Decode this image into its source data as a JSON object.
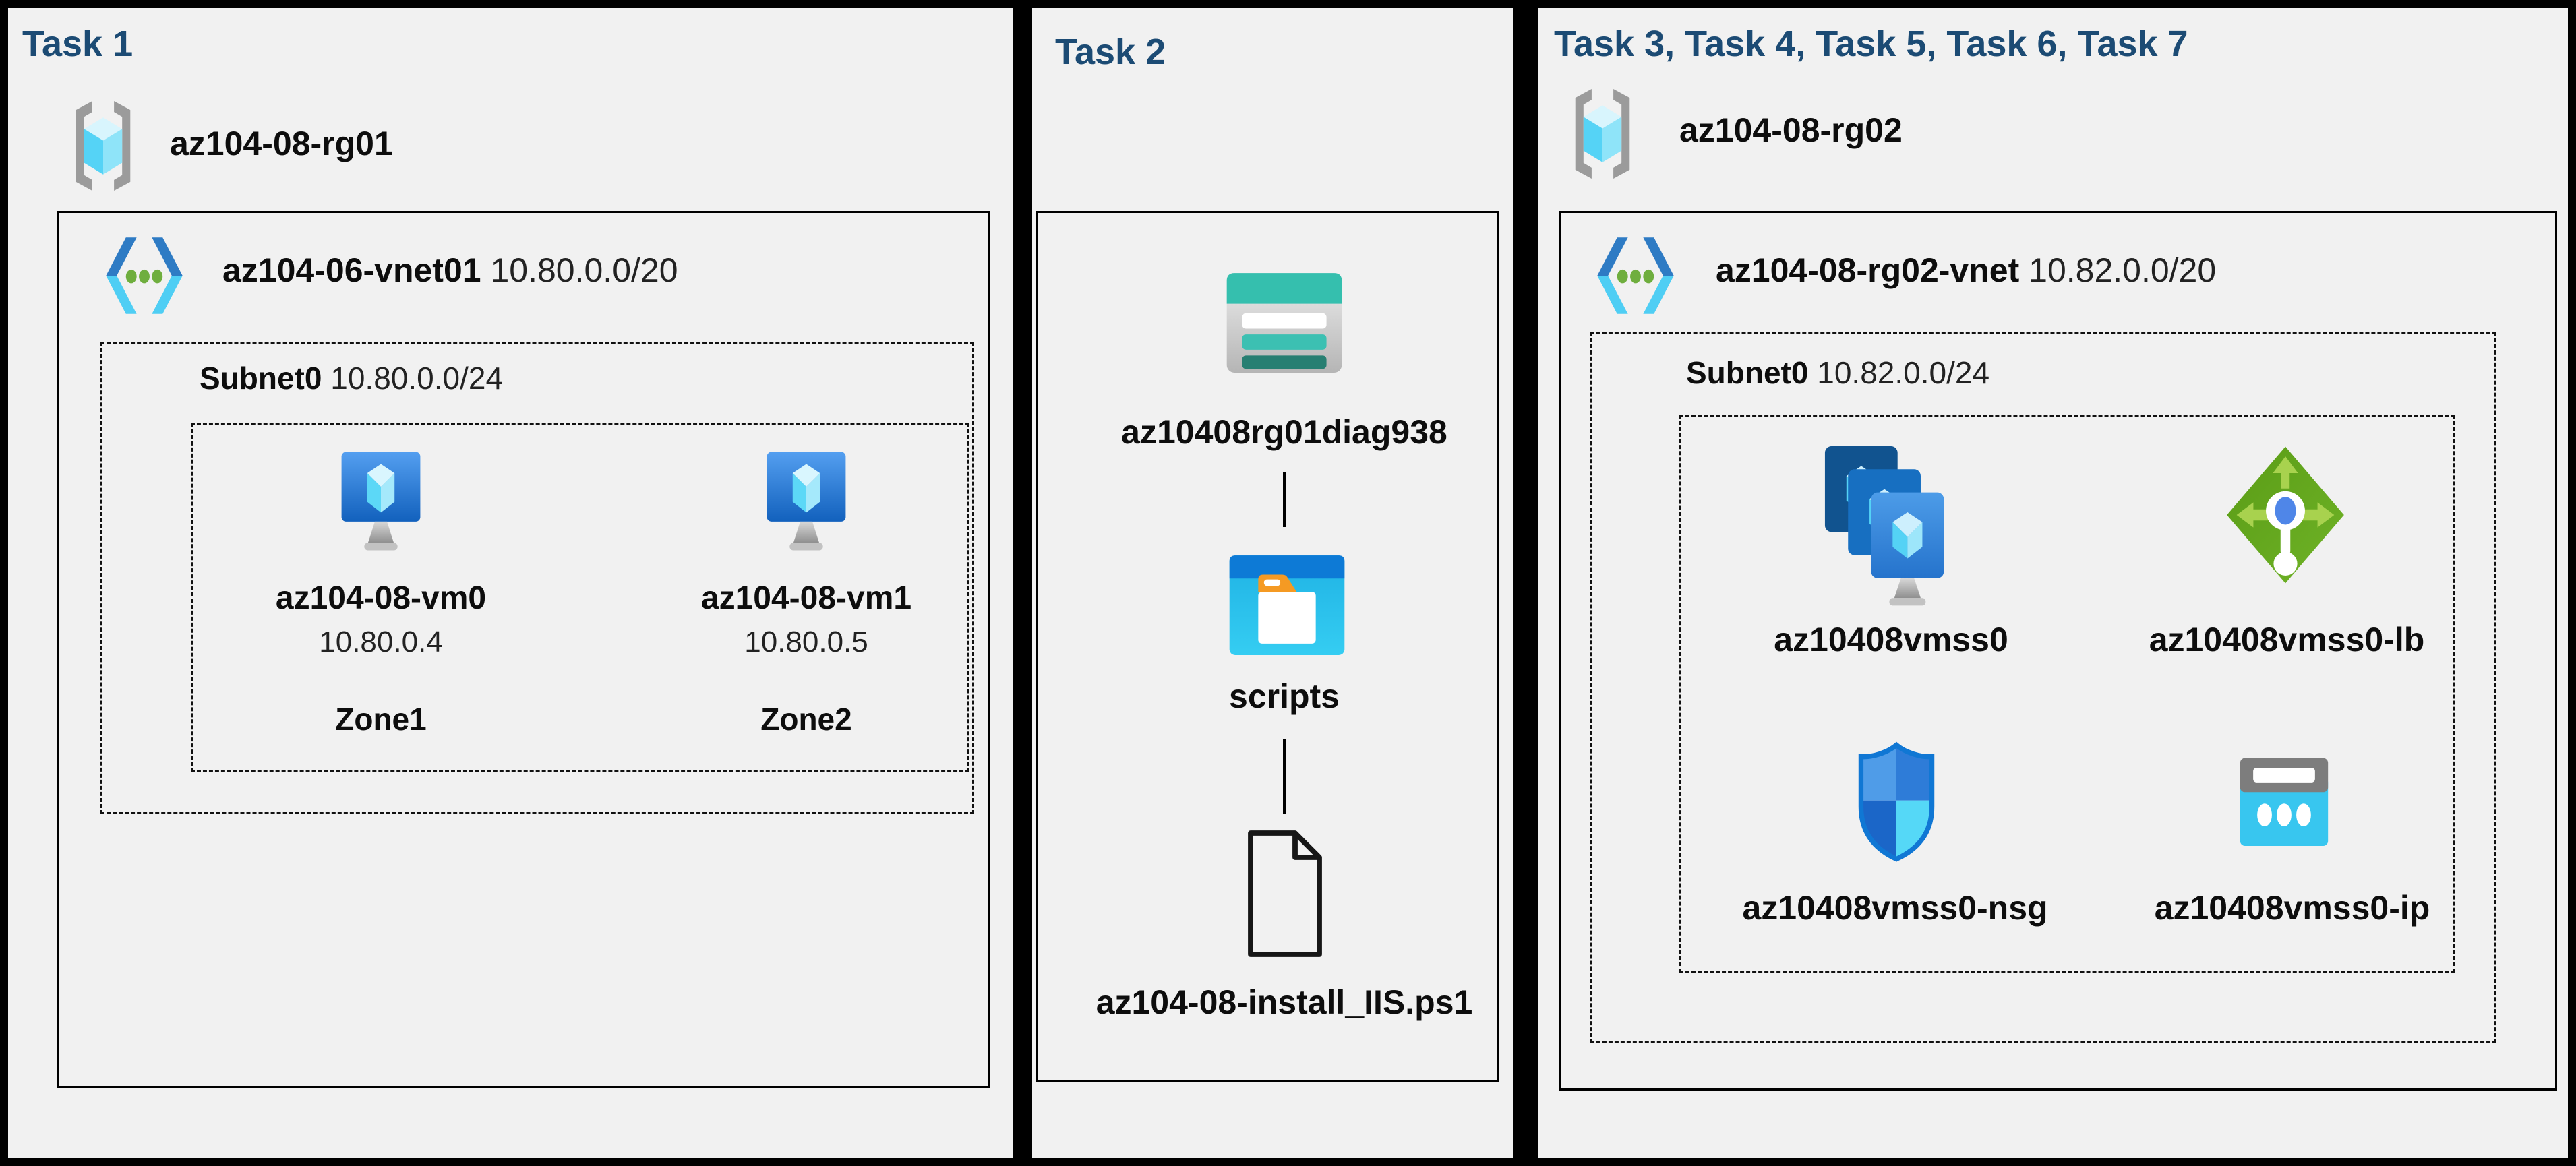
{
  "colors": {
    "background": "#000000",
    "panel_background": "#f1f1f1",
    "heading_navy": "#1c4b74",
    "text": "#0d0d0d",
    "light_text": "#222222",
    "storage_teal": "#35bfae",
    "storage_dark_teal": "#277f72",
    "folder_band_blue": "#0d7ad6",
    "folder_cyan": "#2cc0ec",
    "folder_tab_orange": "#f59a23",
    "vm_monitor_blue": "#1261bd",
    "cube_cyan": "#58d4f6",
    "vnet_chevron_blue": "#2e7bc4",
    "vnet_chevron_cyan": "#4fcef4",
    "vnet_dot_green": "#6fae3e",
    "lb_green": "#61a51c",
    "lb_arrow_green": "#a8d24e",
    "lb_center_blue": "#4f86e8",
    "nsg_outline_blue": "#1077d4",
    "nsg_cyan": "#55d8f7",
    "ip_band_gray": "#7d7d7d",
    "ip_cyan": "#38c6ef",
    "rg_bracket_gray": "#9b9b9b"
  },
  "icons": {
    "resource_group": "gray-brackets-with-cyan-cube",
    "virtual_network": "blue-chevrons-with-green-dots",
    "virtual_machine": "blue-monitor-with-crystal-cube",
    "storage_account": "teal-table-with-rows",
    "blob_container": "window-with-white-folder-orange-tab",
    "script_file": "document-outline-folded-corner",
    "vm_scale_set": "three-stacked-blue-screens-with-stand",
    "load_balancer": "green-diamond-with-arrows-and-white-dial",
    "network_security_group": "four-quadrant-blue-shield",
    "public_ip": "address-window-with-three-dots",
    "connector": "vertical-line"
  },
  "panels": [
    {
      "heading": "Task 1",
      "resource_group": "az104-08-rg01",
      "vnet_name": "az104-06-vnet01",
      "vnet_cidr": "10.80.0.0/20",
      "subnet_name": "Subnet0",
      "subnet_cidr": "10.80.0.0/24",
      "vms": [
        {
          "name": "az104-08-vm0",
          "ip": "10.80.0.4",
          "zone": "Zone1"
        },
        {
          "name": "az104-08-vm1",
          "ip": "10.80.0.5",
          "zone": "Zone2"
        }
      ]
    },
    {
      "heading": "Task 2",
      "storage_account": "az10408rg01diag938",
      "container": "scripts",
      "script_file": "az104-08-install_IIS.ps1"
    },
    {
      "heading": "Task 3, Task 4, Task 5, Task 6, Task 7",
      "resource_group": "az104-08-rg02",
      "vnet_name": "az104-08-rg02-vnet",
      "vnet_cidr": "10.82.0.0/20",
      "subnet_name": "Subnet0",
      "subnet_cidr": "10.82.0.0/24",
      "resources": [
        {
          "name": "az10408vmss0"
        },
        {
          "name": "az10408vmss0-lb"
        },
        {
          "name": "az10408vmss0-nsg"
        },
        {
          "name": "az10408vmss0-ip"
        }
      ]
    }
  ]
}
